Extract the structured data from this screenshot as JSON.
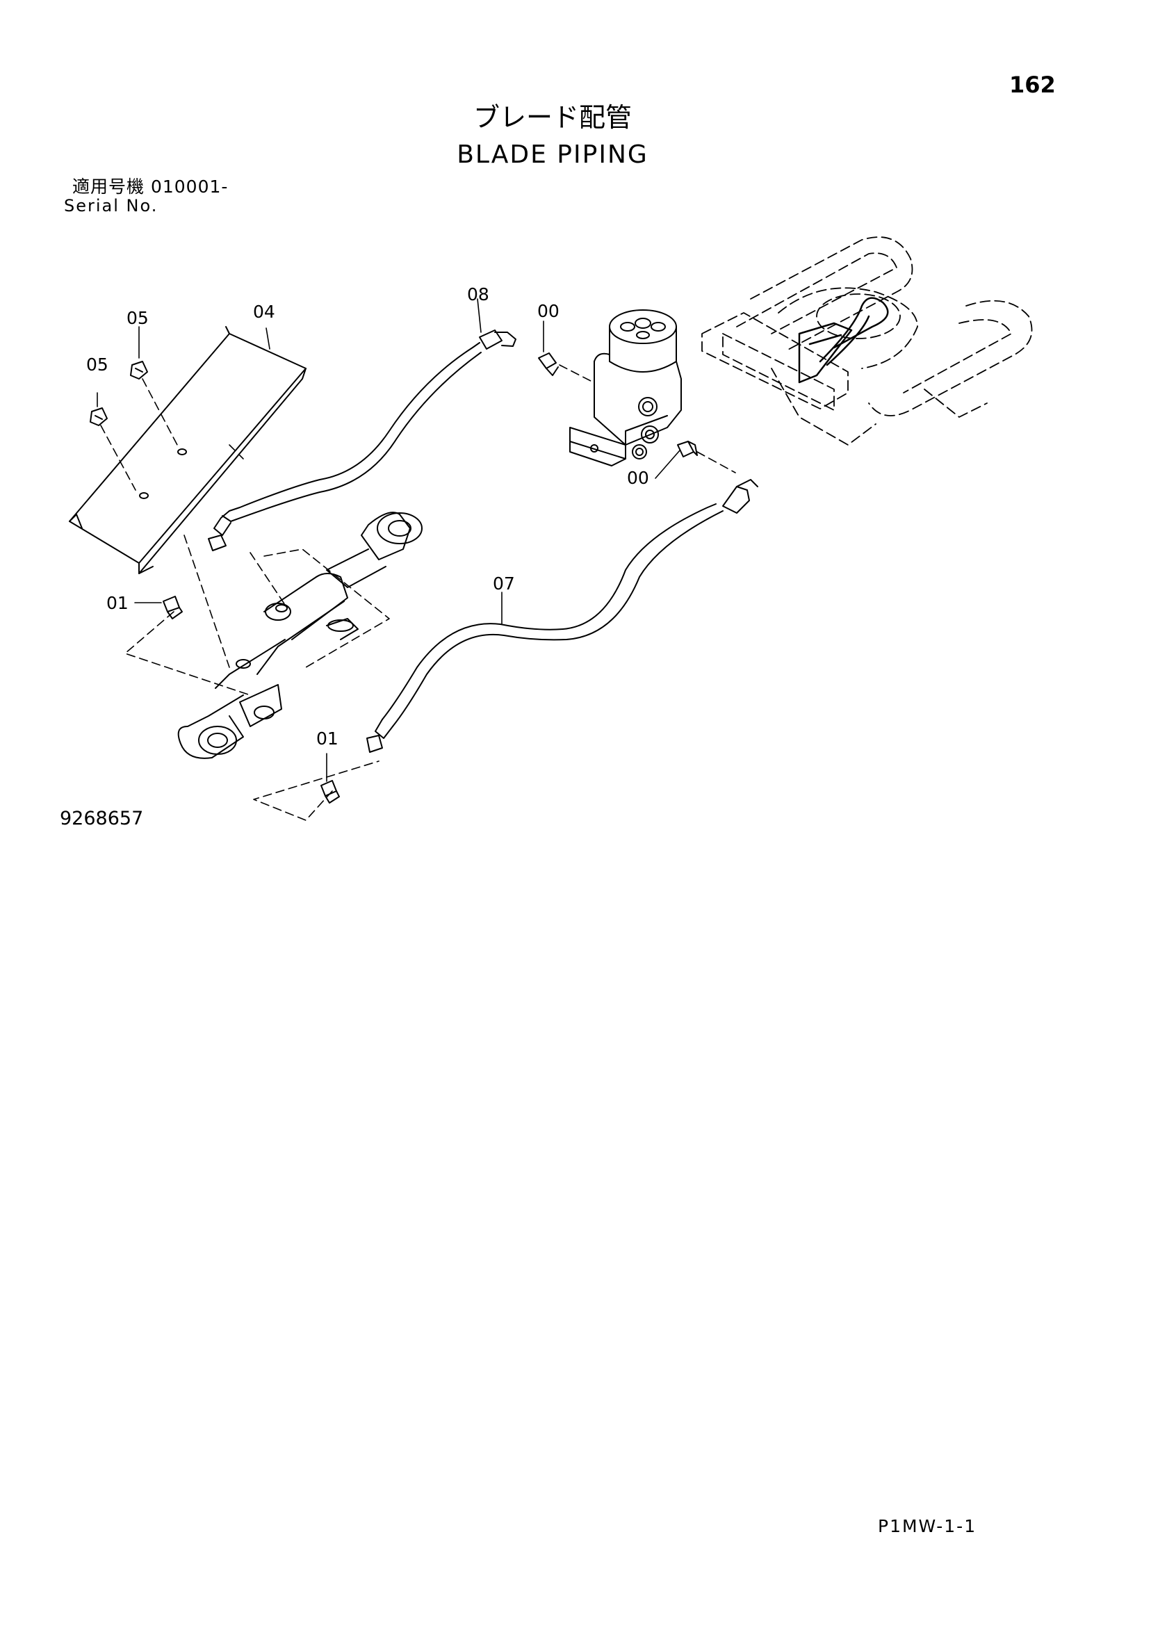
{
  "header": {
    "page_number": "162",
    "title_jp": "ブレード配管",
    "title_en": "BLADE PIPING",
    "serial_jp": "適用号機  010001-",
    "serial_en": "Serial No."
  },
  "callouts": [
    {
      "id": "c05a",
      "label": "05"
    },
    {
      "id": "c04",
      "label": "04"
    },
    {
      "id": "c05b",
      "label": "05"
    },
    {
      "id": "c08",
      "label": "08"
    },
    {
      "id": "c00a",
      "label": "00"
    },
    {
      "id": "c00b",
      "label": "00"
    },
    {
      "id": "c07",
      "label": "07"
    },
    {
      "id": "c01a",
      "label": "01"
    },
    {
      "id": "c01b",
      "label": "01"
    }
  ],
  "footer": {
    "illustration_number": "9268657",
    "page_ref": "P1MW-1-1"
  }
}
